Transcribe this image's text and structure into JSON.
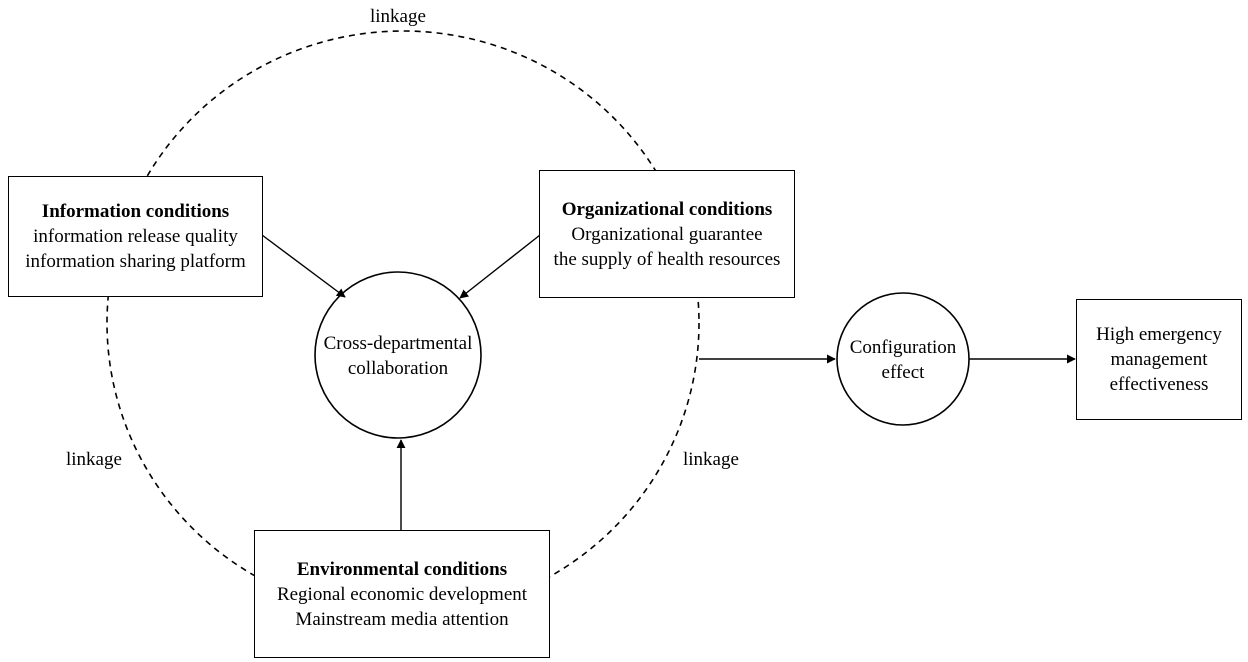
{
  "boxes": {
    "information": {
      "title": "Information conditions",
      "lines": [
        "information release quality",
        "information sharing platform"
      ]
    },
    "organizational": {
      "title": "Organizational conditions",
      "lines": [
        "Organizational guarantee",
        "the supply of health resources"
      ]
    },
    "environmental": {
      "title": "Environmental conditions",
      "lines": [
        "Regional economic development",
        "Mainstream media attention"
      ]
    },
    "outcome": {
      "lines": [
        "High emergency",
        "management",
        "effectiveness"
      ]
    }
  },
  "circles": {
    "collaboration": {
      "lines": [
        "Cross-departmental",
        "collaboration"
      ]
    },
    "configuration": {
      "lines": [
        "Configuration",
        "effect"
      ]
    }
  },
  "linkage_labels": {
    "top": "linkage",
    "left": "linkage",
    "right": "linkage"
  }
}
